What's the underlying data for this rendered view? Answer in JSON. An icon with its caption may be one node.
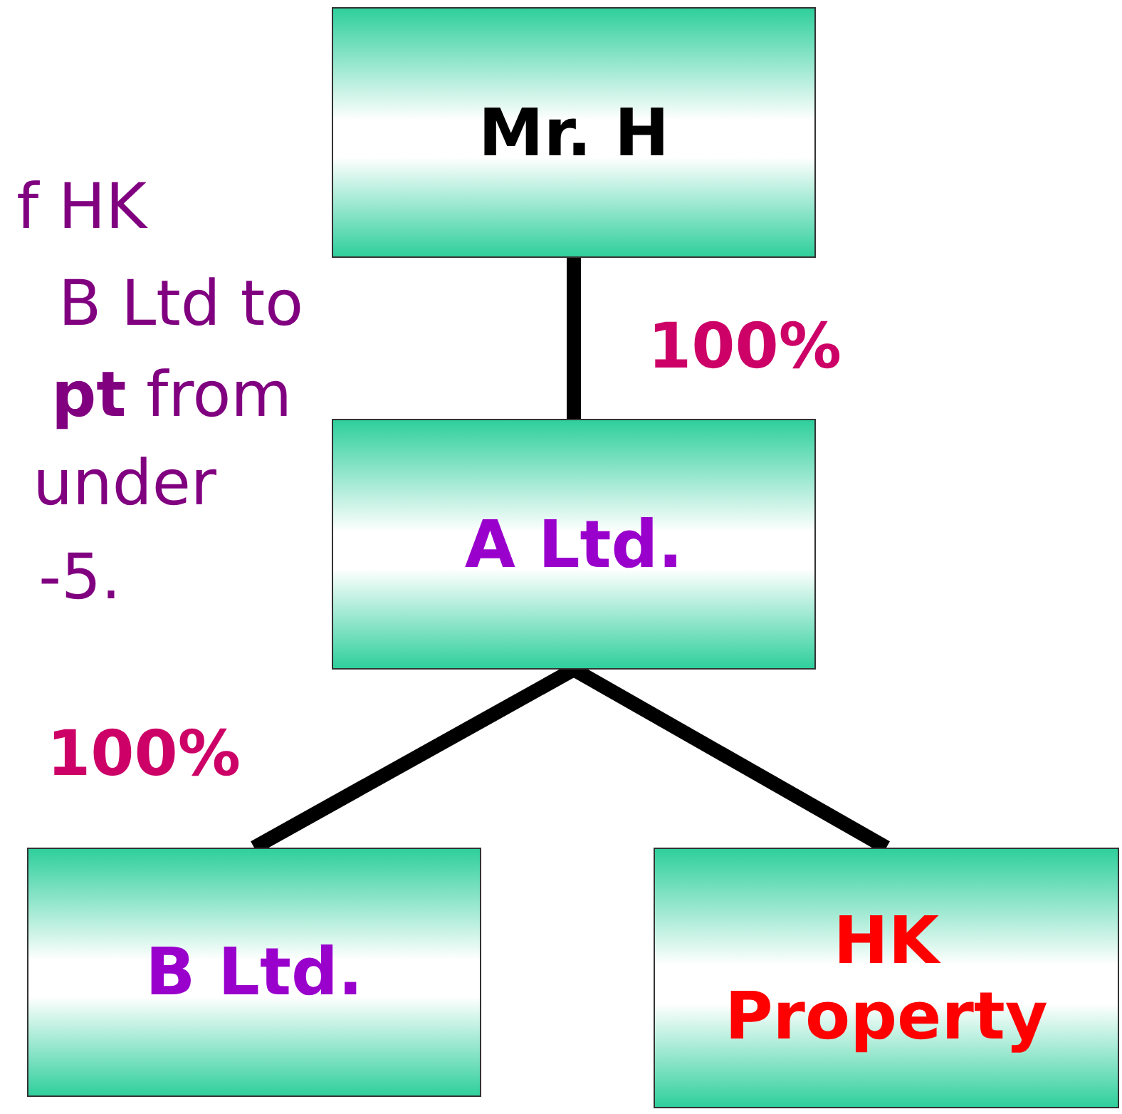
{
  "diagram": {
    "nodes": [
      {
        "text": [
          "Mr. H"
        ]
      },
      {
        "text": [
          "A Ltd."
        ]
      },
      {
        "text": [
          "B Ltd."
        ]
      },
      {
        "text": [
          "HK Property"
        ]
      }
    ],
    "edges": [
      {
        "from": 0,
        "to": 1,
        "arrow": "none",
        "label": "100%"
      },
      {
        "from": 1,
        "to": 2,
        "arrow": "none",
        "label": "100%"
      },
      {
        "from": 1,
        "to": 3,
        "arrow": "none"
      }
    ],
    "labels": [
      "f HK",
      "B Ltd to",
      "**pt** from",
      "under",
      "-5."
    ]
  }
}
